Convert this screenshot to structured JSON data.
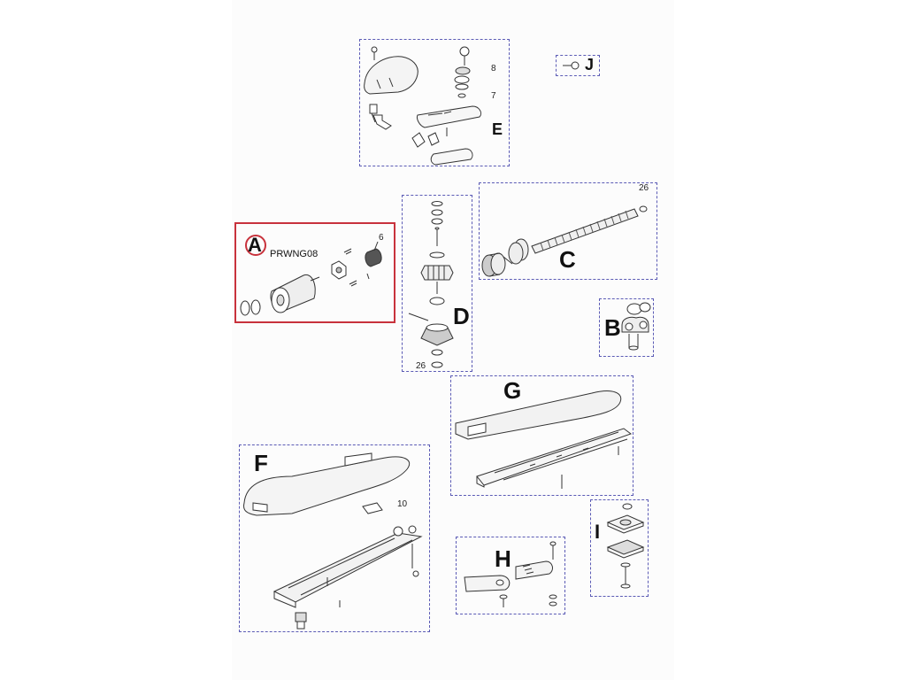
{
  "diagram": {
    "groups": {
      "A": {
        "letter": "A",
        "code": "PRWNG08",
        "callouts": [
          "6"
        ]
      },
      "B": {
        "letter": "B"
      },
      "C": {
        "letter": "C",
        "callouts": [
          "26"
        ]
      },
      "D": {
        "letter": "D",
        "callouts": [
          "26"
        ]
      },
      "E": {
        "letter": "E",
        "callouts": [
          "8",
          "7"
        ]
      },
      "F": {
        "letter": "F",
        "callouts": [
          "10"
        ]
      },
      "G": {
        "letter": "G"
      },
      "H": {
        "letter": "H"
      },
      "I": {
        "letter": "I"
      },
      "J": {
        "letter": "J"
      }
    },
    "colors": {
      "box_border": "#5b5bb5",
      "highlight": "#c8323c",
      "line": "#333333"
    },
    "highlighted_group": "A"
  }
}
